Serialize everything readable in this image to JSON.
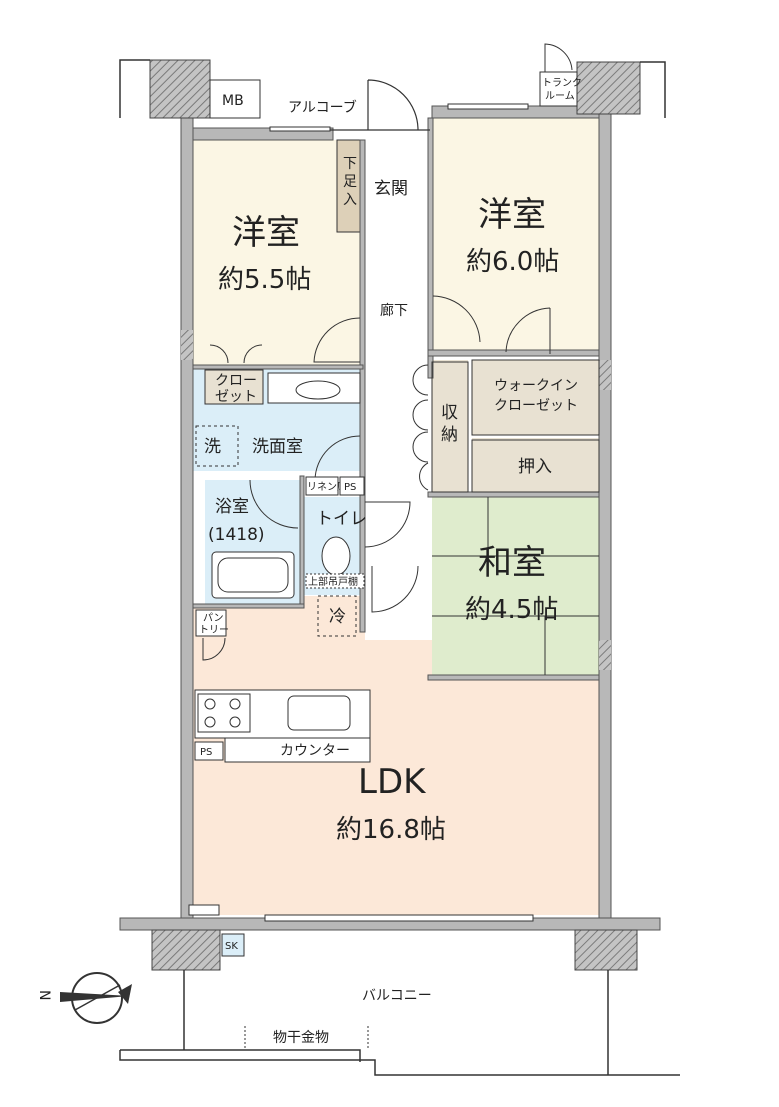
{
  "rooms": {
    "western1": {
      "name": "洋室",
      "size": "約5.5帖"
    },
    "western2": {
      "name": "洋室",
      "size": "約6.0帖"
    },
    "japanese": {
      "name": "和室",
      "size": "約4.5帖"
    },
    "ldk": {
      "name": "LDK",
      "size": "約16.8帖"
    }
  },
  "labels": {
    "mb": "MB",
    "alcove": "アルコーブ",
    "trunk_room_1": "トランク",
    "trunk_room_2": "ルーム",
    "shoe_box": "下足入",
    "entrance": "玄関",
    "corridor": "廊下",
    "closet1_line1": "クロー",
    "closet1_line2": "ゼット",
    "walk_in_1": "ウォークイン",
    "walk_in_2": "クローゼット",
    "storage": "収納",
    "oshiire": "押入",
    "washer": "洗",
    "washroom": "洗面室",
    "linen": "リネン庫",
    "ps": "PS",
    "bath": "浴室",
    "bath_size": "(1418)",
    "toilet": "トイレ",
    "upper_shelf": "上部吊戸棚",
    "fridge": "冷",
    "pantry_1": "パン",
    "pantry_2": "トリー",
    "counter": "カウンター",
    "ps_kitchen": "PS",
    "sk": "SK",
    "balcony": "バルコニー",
    "laundry_pole": "物干金物",
    "north": "N"
  },
  "colors": {
    "western": "#fbf6e4",
    "japanese": "#dfeccd",
    "ldk": "#fce8d8",
    "wet": "#dbeef8",
    "storage": "#e8e1d2",
    "shoe": "#ddd0b8",
    "wall": "#b8b8b8",
    "line": "#333333"
  }
}
